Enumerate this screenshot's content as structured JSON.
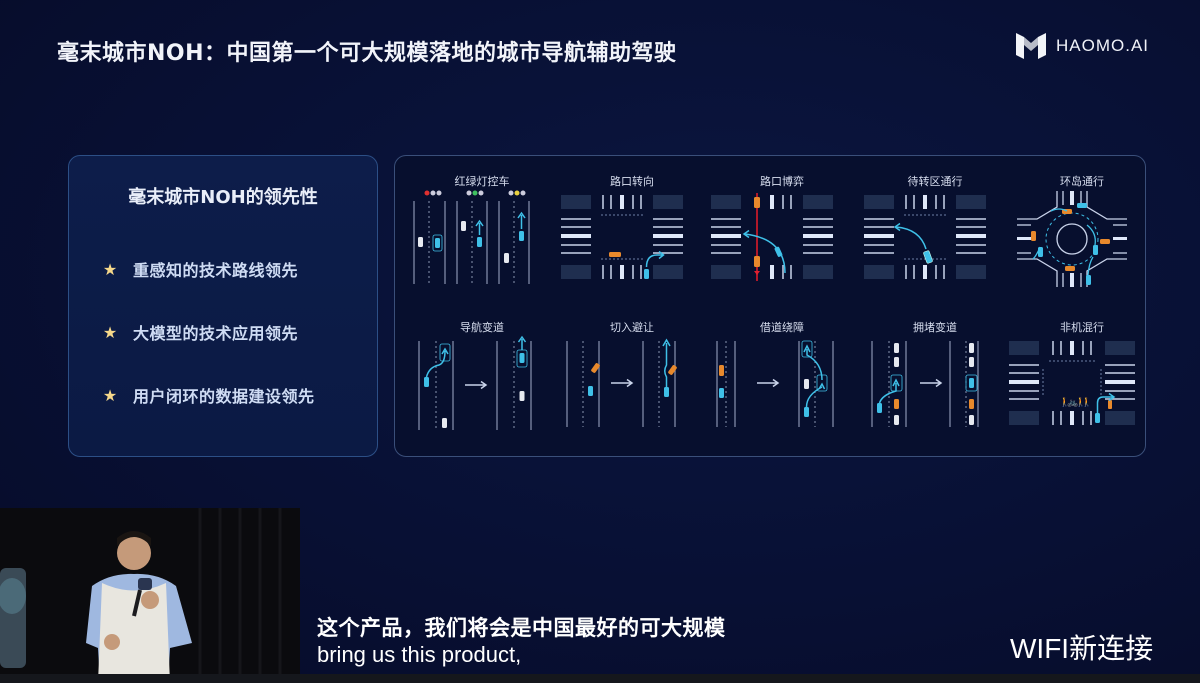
{
  "slide": {
    "title": "毫末城市NOH：中国第一个可大规模落地的城市导航辅助驾驶",
    "logo": {
      "icon": "haomo-m-logo-icon",
      "text": "HAOMO.AI"
    }
  },
  "left_card": {
    "title": "毫末城市NOH的领先性",
    "bullets": [
      {
        "icon": "star-icon",
        "text": "重感知的技术路线领先"
      },
      {
        "icon": "star-icon",
        "text": "大模型的技术应用领先"
      },
      {
        "icon": "star-icon",
        "text": "用户闭环的数据建设领先"
      }
    ]
  },
  "scenarios": {
    "row1": [
      {
        "label": "红绿灯控车",
        "icon": "traffic-light-control-diagram"
      },
      {
        "label": "路口转向",
        "icon": "intersection-turn-diagram"
      },
      {
        "label": "路口博弈",
        "icon": "intersection-negotiation-diagram"
      },
      {
        "label": "待转区通行",
        "icon": "waiting-zone-diagram"
      },
      {
        "label": "环岛通行",
        "icon": "roundabout-diagram"
      }
    ],
    "row2": [
      {
        "label": "导航变道",
        "icon": "navigation-lane-change-diagram"
      },
      {
        "label": "切入避让",
        "icon": "cut-in-avoidance-diagram"
      },
      {
        "label": "借道绕障",
        "icon": "lane-borrow-obstacle-diagram"
      },
      {
        "label": "拥堵变道",
        "icon": "congestion-lane-change-diagram"
      },
      {
        "label": "非机混行",
        "icon": "mixed-traffic-diagram"
      }
    ]
  },
  "colors": {
    "background": "#070d2a",
    "ego_car": "#3fc0e8",
    "other_car": "#e6e9f0",
    "obstacle_car": "#e8892c",
    "star": "#f6d88a",
    "card_border": "#2c4f86"
  },
  "video": {
    "description": "speaker-on-stage"
  },
  "subtitles": {
    "chinese": "这个产品，我们将会是中国最好的可大规模",
    "english": "bring us this product,"
  },
  "overlay": {
    "watermark": "WIFI新连接"
  }
}
